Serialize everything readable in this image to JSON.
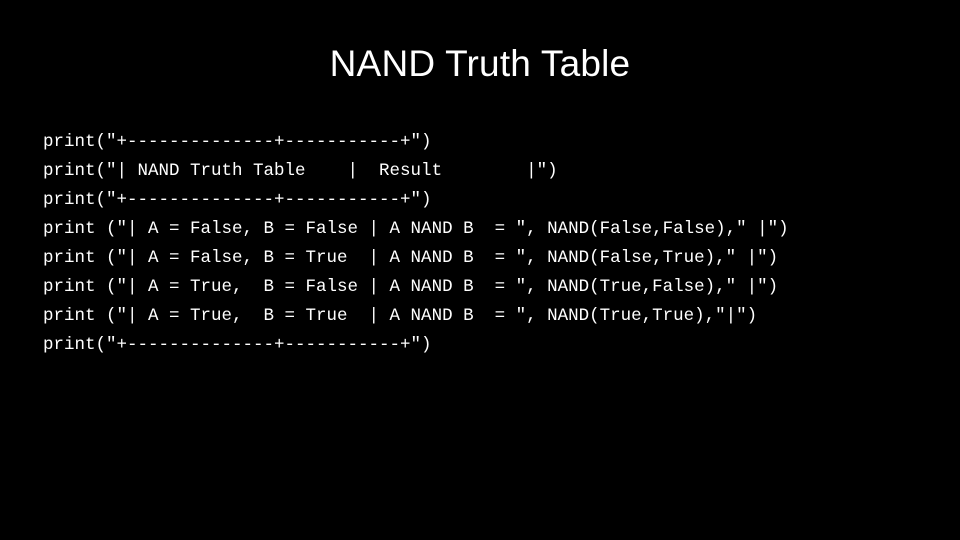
{
  "slide": {
    "title": "NAND Truth Table",
    "background_color": "#000000",
    "text_color": "#ffffff"
  },
  "code": {
    "language": "python",
    "lines": [
      {
        "id": "line-1",
        "text": "print(\"+--------------+-----------+\")"
      },
      {
        "id": "line-2",
        "text": "print(\"| NAND Truth Table    |  Result        |\")"
      },
      {
        "id": "line-3",
        "text": "print(\"+--------------+-----------+\")"
      },
      {
        "id": "line-4",
        "text": "print (\"| A = False, B = False | A NAND B  = \", NAND(False,False),\" |\")"
      },
      {
        "id": "line-5",
        "text": "print (\"| A = False, B = True  | A NAND B  = \", NAND(False,True),\" |\")"
      },
      {
        "id": "line-6",
        "text": "print (\"| A = True,  B = False | A NAND B  = \", NAND(True,False),\" |\")"
      },
      {
        "id": "line-7",
        "text": "print (\"| A = True,  B = True  | A NAND B  = \", NAND(True,True),\"|\")"
      },
      {
        "id": "line-8",
        "text": "print(\"+--------------+-----------+\")"
      }
    ]
  },
  "truth_table": {
    "title": "NAND Truth Table",
    "columns": [
      "NAND Truth Table",
      "Result"
    ],
    "rows": [
      {
        "a": "False",
        "b": "False",
        "expression": "A NAND B",
        "result": "NAND(False,False)"
      },
      {
        "a": "False",
        "b": "True",
        "expression": "A NAND B",
        "result": "NAND(False,True)"
      },
      {
        "a": "True",
        "b": "False",
        "expression": "A NAND B",
        "result": "NAND(True,False)"
      },
      {
        "a": "True",
        "b": "True",
        "expression": "A NAND B",
        "result": "NAND(True,True)"
      }
    ]
  }
}
